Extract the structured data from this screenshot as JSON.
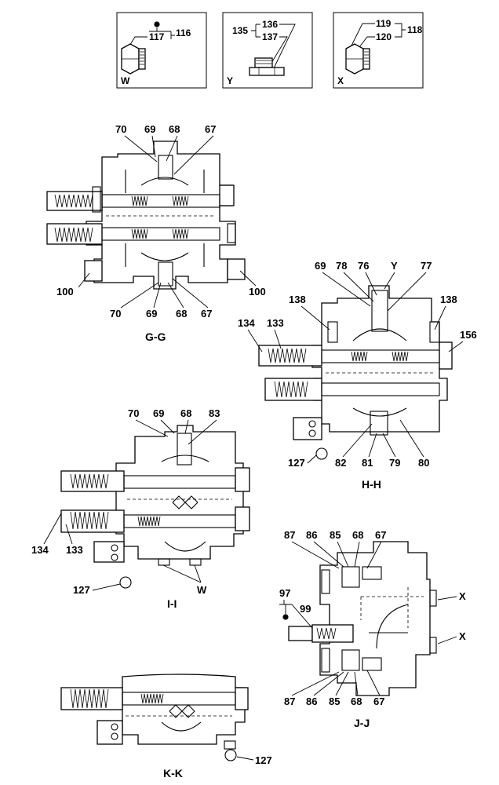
{
  "detail_boxes": [
    {
      "id": "W",
      "label": "W",
      "parts": [
        "117",
        "116"
      ],
      "marker": "•"
    },
    {
      "id": "Y",
      "label": "Y",
      "parts": [
        "135",
        "136",
        "137"
      ]
    },
    {
      "id": "X",
      "label": "X",
      "parts": [
        "119",
        "120",
        "118"
      ]
    }
  ],
  "sections": [
    {
      "id": "GG",
      "caption": "G-G",
      "parts": [
        "70",
        "69",
        "68",
        "67",
        "100",
        "100",
        "70",
        "69",
        "68",
        "67"
      ]
    },
    {
      "id": "HH",
      "caption": "H-H",
      "parts": [
        "69",
        "78",
        "76",
        "Y",
        "77",
        "138",
        "138",
        "134",
        "133",
        "156",
        "127",
        "82",
        "81",
        "79",
        "80"
      ]
    },
    {
      "id": "II",
      "caption": "I-I",
      "parts": [
        "70",
        "69",
        "68",
        "83",
        "134",
        "133",
        "127",
        "W"
      ]
    },
    {
      "id": "JJ",
      "caption": "J-J",
      "parts": [
        "87",
        "86",
        "85",
        "68",
        "67",
        "97",
        "99",
        "X",
        "X",
        "87",
        "86",
        "85",
        "68",
        "67"
      ],
      "marker": "•"
    },
    {
      "id": "KK",
      "caption": "K-K",
      "parts": [
        "127"
      ]
    }
  ]
}
